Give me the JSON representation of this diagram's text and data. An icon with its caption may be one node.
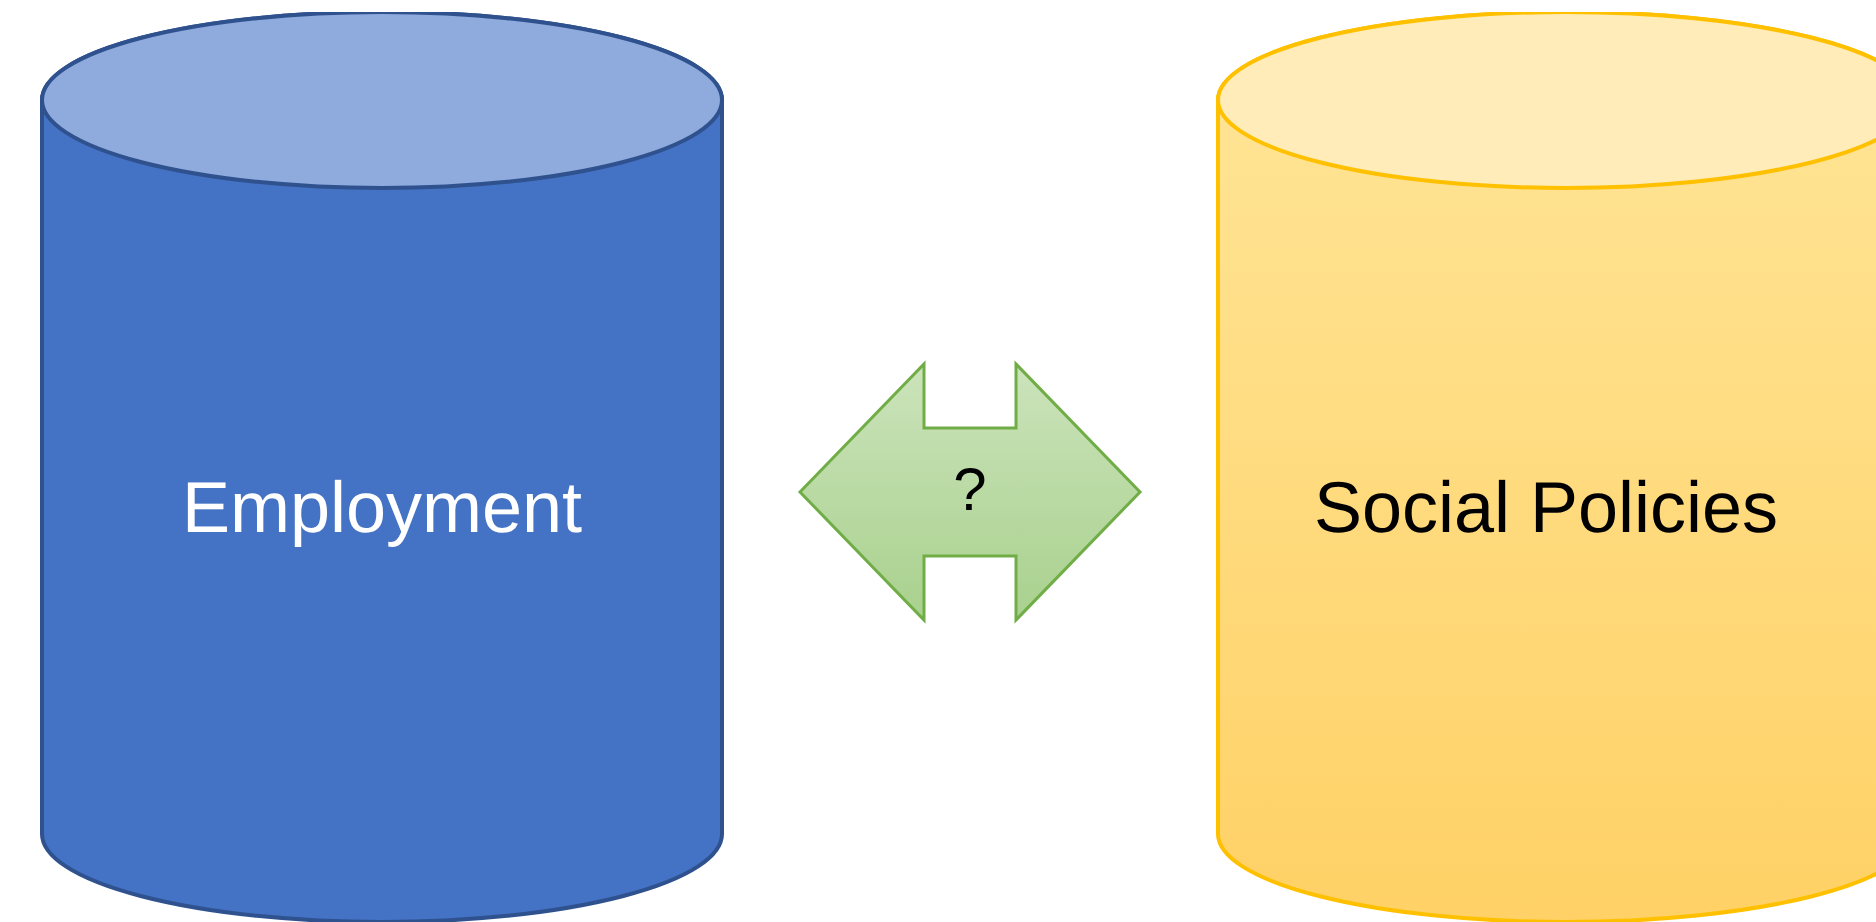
{
  "diagram": {
    "nodes": [
      {
        "text": [
          "Employment"
        ]
      },
      {
        "text": [
          "Social Policies"
        ]
      }
    ],
    "edges": [
      {
        "from": 0,
        "to": 1,
        "arrow": "both",
        "label": "?",
        "style": "thick",
        "color": "#a9d18e"
      }
    ]
  }
}
